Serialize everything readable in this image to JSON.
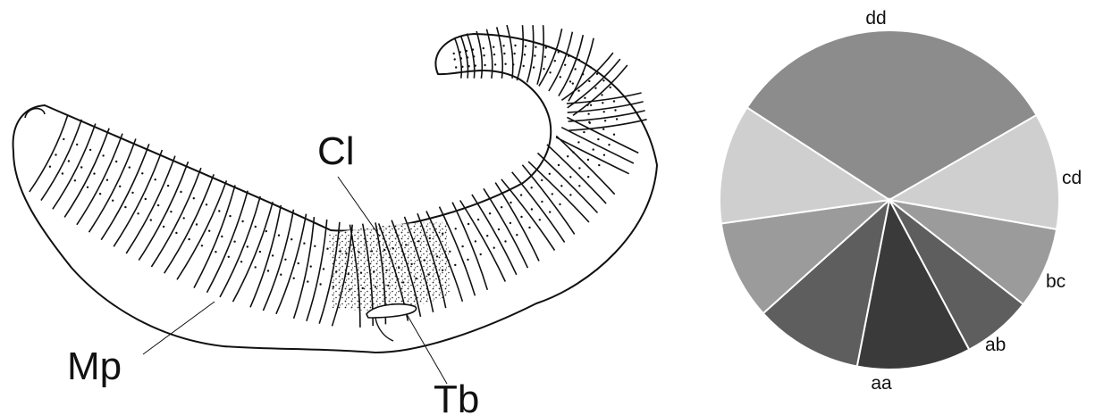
{
  "worm": {
    "labels": {
      "clitellum": "Cl",
      "male_pore": "Mp",
      "tubercula": "Tb"
    }
  },
  "wheel": {
    "labels": {
      "dd": "dd",
      "cd": "cd",
      "bc": "bc",
      "ab": "ab",
      "aa": "aa"
    },
    "colors": {
      "dd": "#8c8c8c",
      "cd": "#cfcfcf",
      "bc": "#9b9b9b",
      "ab": "#5e5e5e",
      "aa": "#3a3a3a",
      "divider": "#ffffff"
    }
  }
}
